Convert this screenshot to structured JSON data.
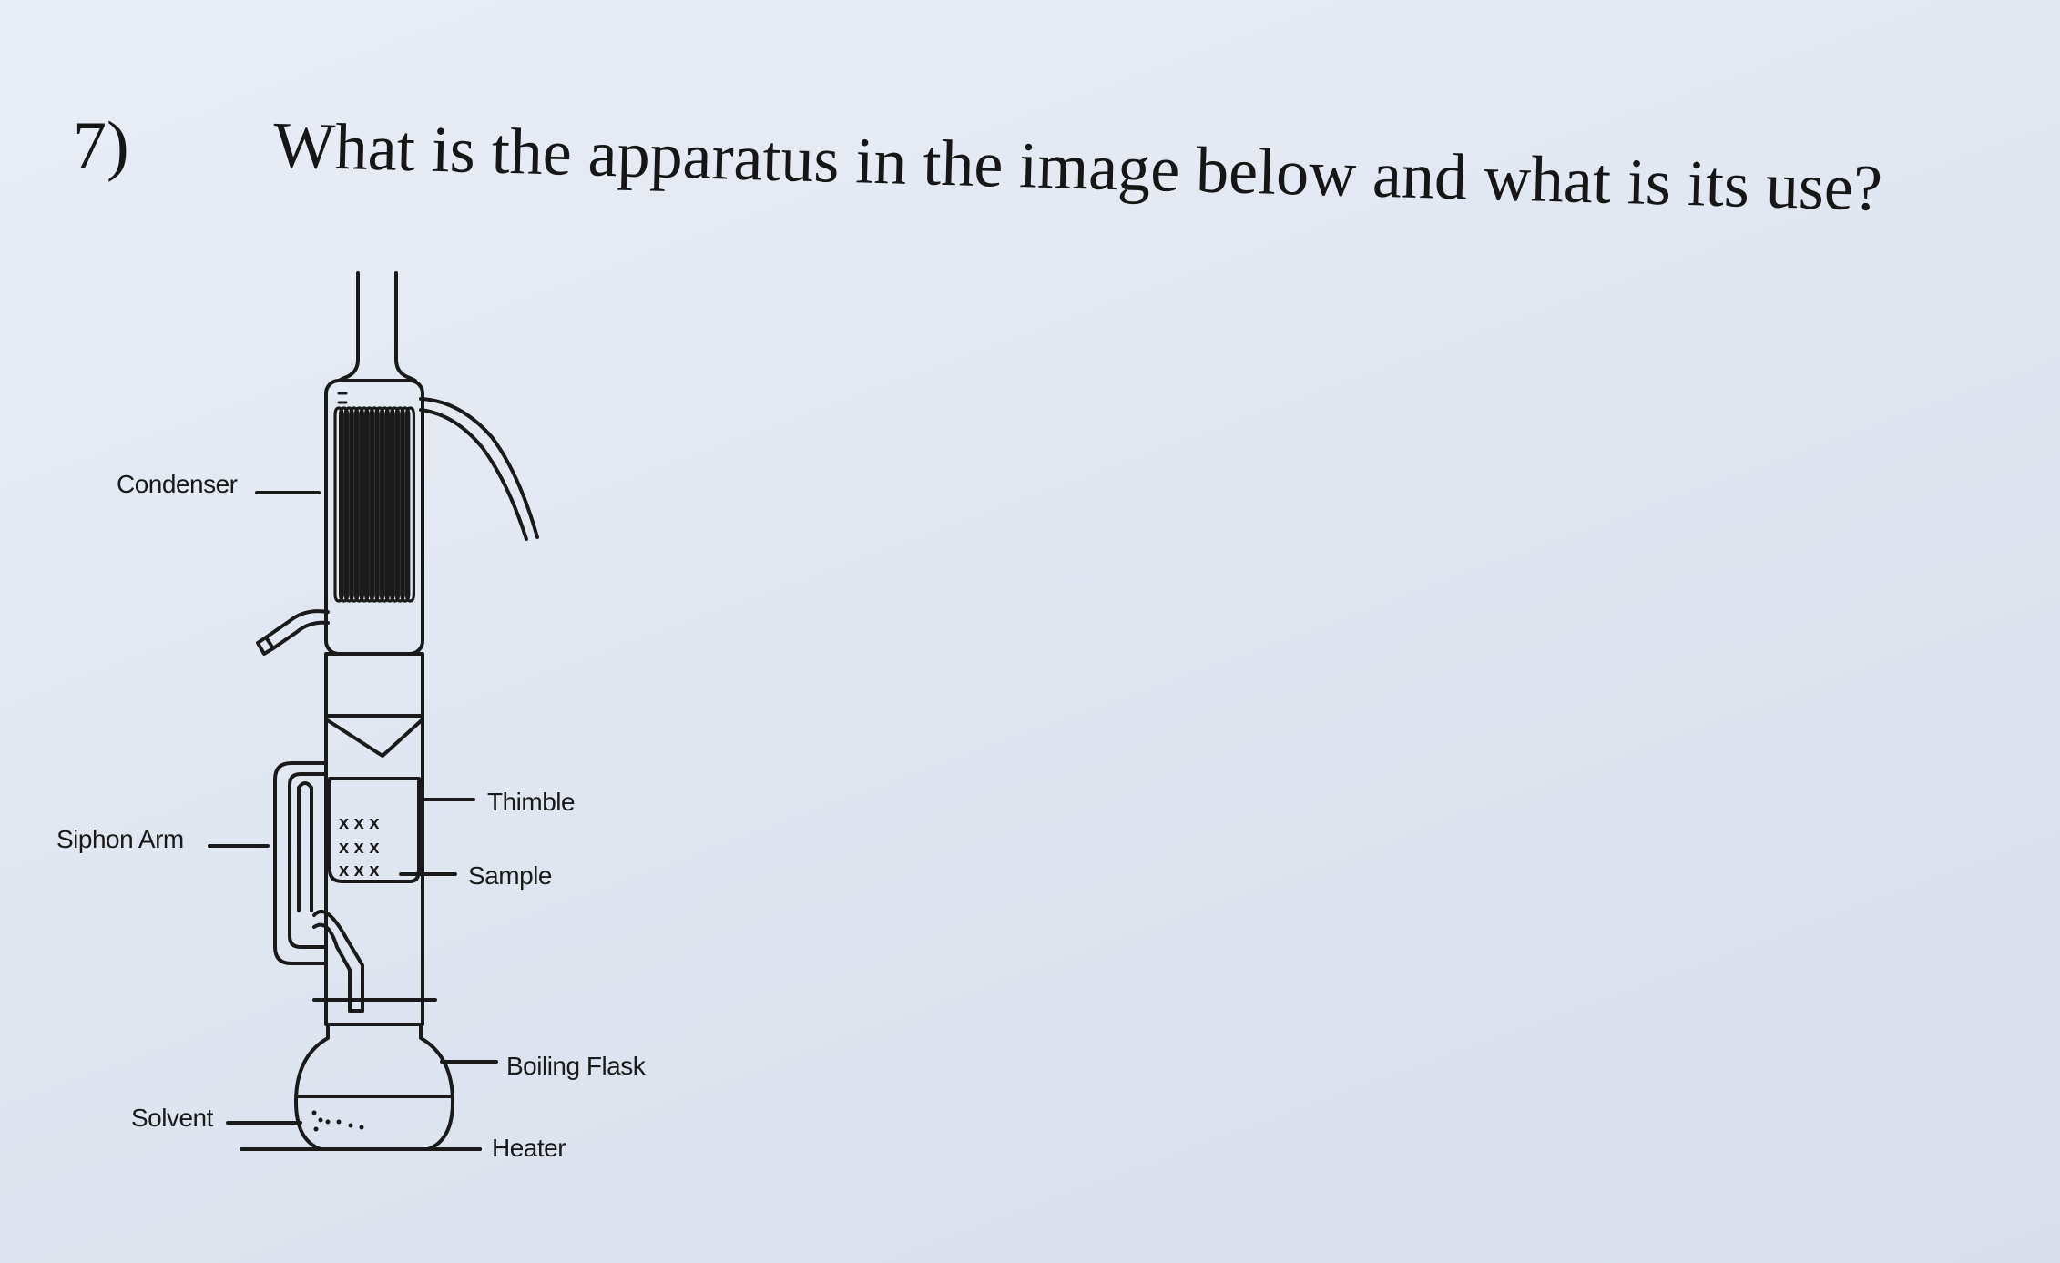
{
  "question": {
    "number": "7)",
    "text": "What is the apparatus in the image below and what is its use?"
  },
  "diagram": {
    "labels": {
      "condenser": "Condenser",
      "siphon_arm": "Siphon Arm",
      "solvent": "Solvent",
      "thimble": "Thimble",
      "sample": "Sample",
      "boiling_flask": "Boiling Flask",
      "heater": "Heater"
    }
  }
}
